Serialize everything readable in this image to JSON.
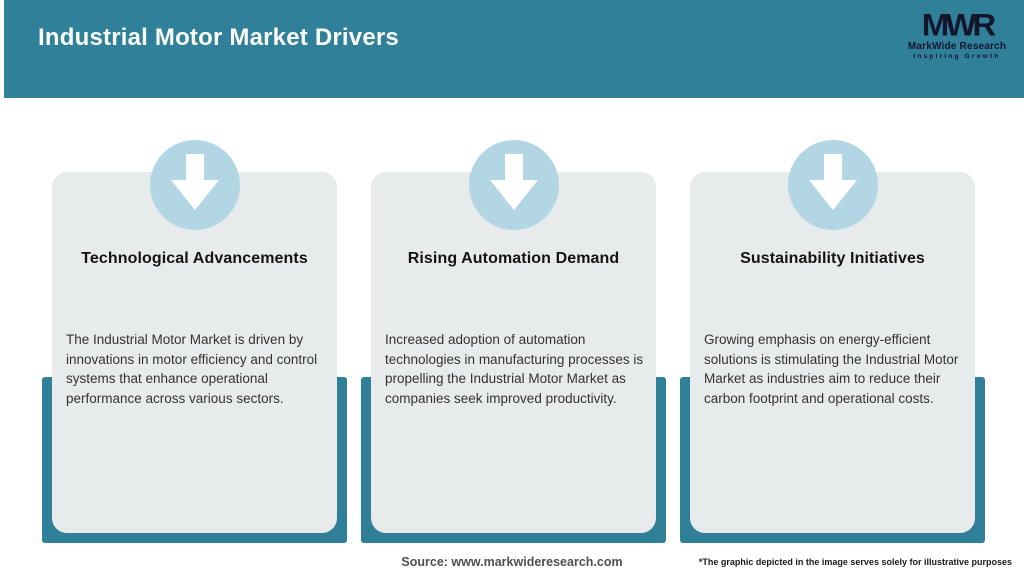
{
  "header": {
    "title": "Industrial Motor Market Drivers"
  },
  "logo": {
    "monogram": "MWR",
    "name": "MarkWide Research",
    "tagline": "Inspiring Growth"
  },
  "cards": [
    {
      "icon": "down-arrow-icon",
      "title": "Technological Advancements",
      "body": "The Industrial Motor Market is driven by innovations in motor efficiency and control systems that enhance operational performance across various sectors."
    },
    {
      "icon": "down-arrow-icon",
      "title": "Rising Automation Demand",
      "body": "Increased adoption of automation technologies in manufacturing processes is propelling the Industrial Motor Market as companies seek improved productivity."
    },
    {
      "icon": "down-arrow-icon",
      "title": "Sustainability Initiatives",
      "body": "Growing emphasis on energy-efficient solutions is stimulating the Industrial Motor Market as industries aim to reduce their carbon footprint and operational costs."
    }
  ],
  "footer": {
    "source": "Source: www.markwideresearch.com",
    "disclaimer": "*The graphic depicted in the image serves solely for illustrative purposes"
  },
  "colors": {
    "teal": "#2f8098",
    "circle_blue": "#b2d6e4",
    "card_background": "#e8ebec",
    "logo_dark": "#15152e"
  }
}
